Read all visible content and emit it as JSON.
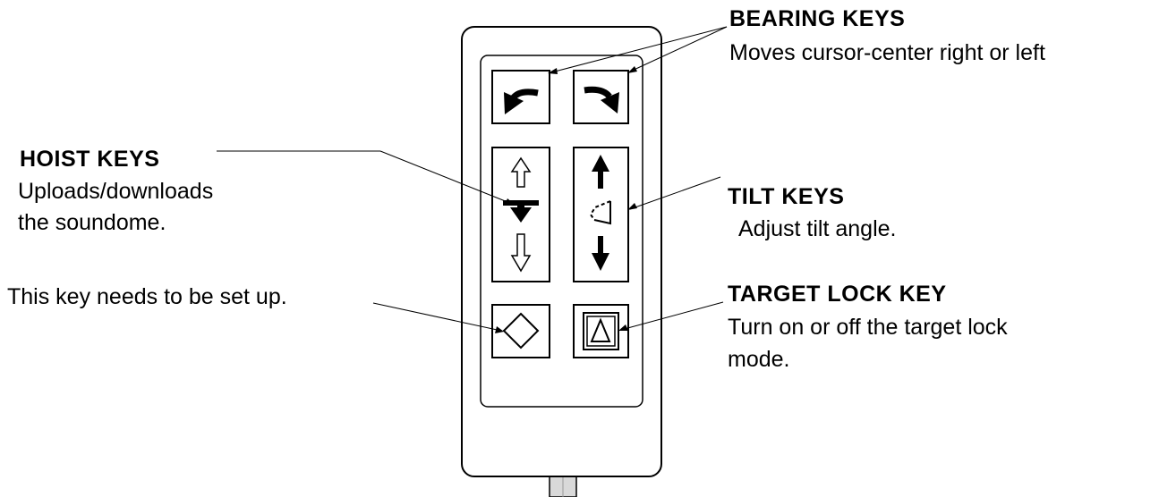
{
  "callouts": {
    "bearing": {
      "title": "BEARING KEYS",
      "desc": "Moves cursor-center right or left"
    },
    "hoist": {
      "title": "HOIST KEYS",
      "desc_line1": "Uploads/downloads",
      "desc_line2": "the soundome."
    },
    "tilt": {
      "title": "TILT KEYS",
      "desc": "Adjust tilt angle."
    },
    "setup": {
      "desc": "This key needs to be set up."
    },
    "target_lock": {
      "title": "TARGET LOCK KEY",
      "desc_line1": "Turn on or off the target lock",
      "desc_line2": "mode."
    }
  },
  "colors": {
    "ink": "#000000",
    "paper": "#ffffff",
    "cable": "#d9d9d9"
  },
  "icons": {
    "bearing_left": "curved-arrow-left-icon",
    "bearing_right": "curved-arrow-right-icon",
    "hoist_up": "hollow-up-arrow-icon",
    "hoist_stop": "bar-with-down-arrow-icon",
    "hoist_down": "hollow-down-arrow-icon",
    "tilt_up": "solid-up-arrow-icon",
    "tilt_beam": "tilt-beam-icon",
    "tilt_down": "solid-down-arrow-icon",
    "setup_key": "diamond-icon",
    "target_lock": "triangle-in-square-icon"
  }
}
